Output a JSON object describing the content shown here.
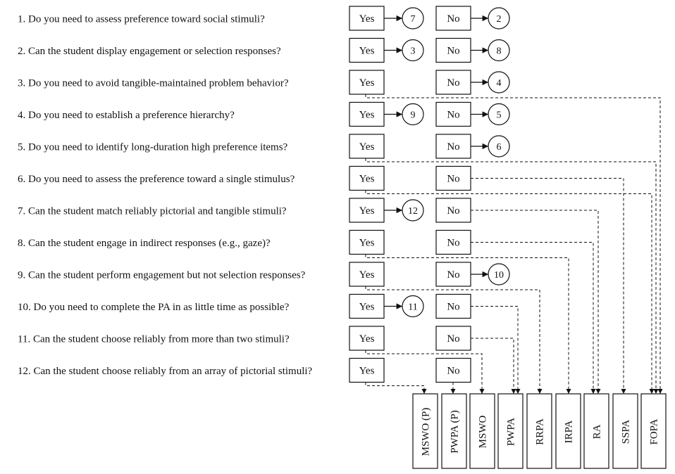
{
  "questions": [
    {
      "text": "1. Do you need to assess preference toward social stimuli?",
      "yes": "Yes",
      "no": "No",
      "yes_goto": "7",
      "no_goto": "2"
    },
    {
      "text": "2. Can the student display engagement or selection responses?",
      "yes": "Yes",
      "no": "No",
      "yes_goto": "3",
      "no_goto": "8"
    },
    {
      "text": "3. Do you need to avoid tangible-maintained problem behavior?",
      "yes": "Yes",
      "no": "No",
      "yes_goto": "",
      "no_goto": "4"
    },
    {
      "text": "4. Do you need to establish a preference hierarchy?",
      "yes": "Yes",
      "no": "No",
      "yes_goto": "9",
      "no_goto": "5"
    },
    {
      "text": "5. Do you need to identify long-duration high preference items?",
      "yes": "Yes",
      "no": "No",
      "yes_goto": "",
      "no_goto": "6"
    },
    {
      "text": "6. Do you need to assess the preference toward a single stimulus?",
      "yes": "Yes",
      "no": "No",
      "yes_goto": "",
      "no_goto": ""
    },
    {
      "text": "7. Can the student match reliably pictorial and tangible stimuli?",
      "yes": "Yes",
      "no": "No",
      "yes_goto": "12",
      "no_goto": ""
    },
    {
      "text": "8. Can the student engage in indirect responses (e.g., gaze)?",
      "yes": "Yes",
      "no": "No",
      "yes_goto": "",
      "no_goto": ""
    },
    {
      "text": "9. Can the student perform engagement but not selection responses?",
      "yes": "Yes",
      "no": "No",
      "yes_goto": "",
      "no_goto": "10"
    },
    {
      "text": "10. Do you need to complete the PA in as little time as possible?",
      "yes": "Yes",
      "no": "No",
      "yes_goto": "11",
      "no_goto": ""
    },
    {
      "text": "11. Can the student choose reliably from more than two stimuli?",
      "yes": "Yes",
      "no": "No",
      "yes_goto": "",
      "no_goto": ""
    },
    {
      "text": "12. Can the student choose reliably from an array of pictorial stimuli?",
      "yes": "Yes",
      "no": "No",
      "yes_goto": "",
      "no_goto": ""
    }
  ],
  "outcomes": [
    "MSWO (P)",
    "PWPA (P)",
    "MSWO",
    "PWPA",
    "RRPA",
    "IRPA",
    "RA",
    "SSPA",
    "FOPA"
  ],
  "connections": [
    {
      "q": 3,
      "answer": "yes",
      "outcome": 8
    },
    {
      "q": 5,
      "answer": "yes",
      "outcome": 8
    },
    {
      "q": 6,
      "answer": "yes",
      "outcome": 8
    },
    {
      "q": 6,
      "answer": "no",
      "outcome": 7
    },
    {
      "q": 7,
      "answer": "no",
      "outcome": 6
    },
    {
      "q": 8,
      "answer": "yes",
      "outcome": 5
    },
    {
      "q": 8,
      "answer": "no",
      "outcome": 6
    },
    {
      "q": 9,
      "answer": "yes",
      "outcome": 4
    },
    {
      "q": 10,
      "answer": "no",
      "outcome": 3
    },
    {
      "q": 11,
      "answer": "yes",
      "outcome": 2
    },
    {
      "q": 11,
      "answer": "no",
      "outcome": 3
    },
    {
      "q": 12,
      "answer": "yes",
      "outcome": 0
    },
    {
      "q": 12,
      "answer": "no",
      "outcome": 1
    }
  ]
}
